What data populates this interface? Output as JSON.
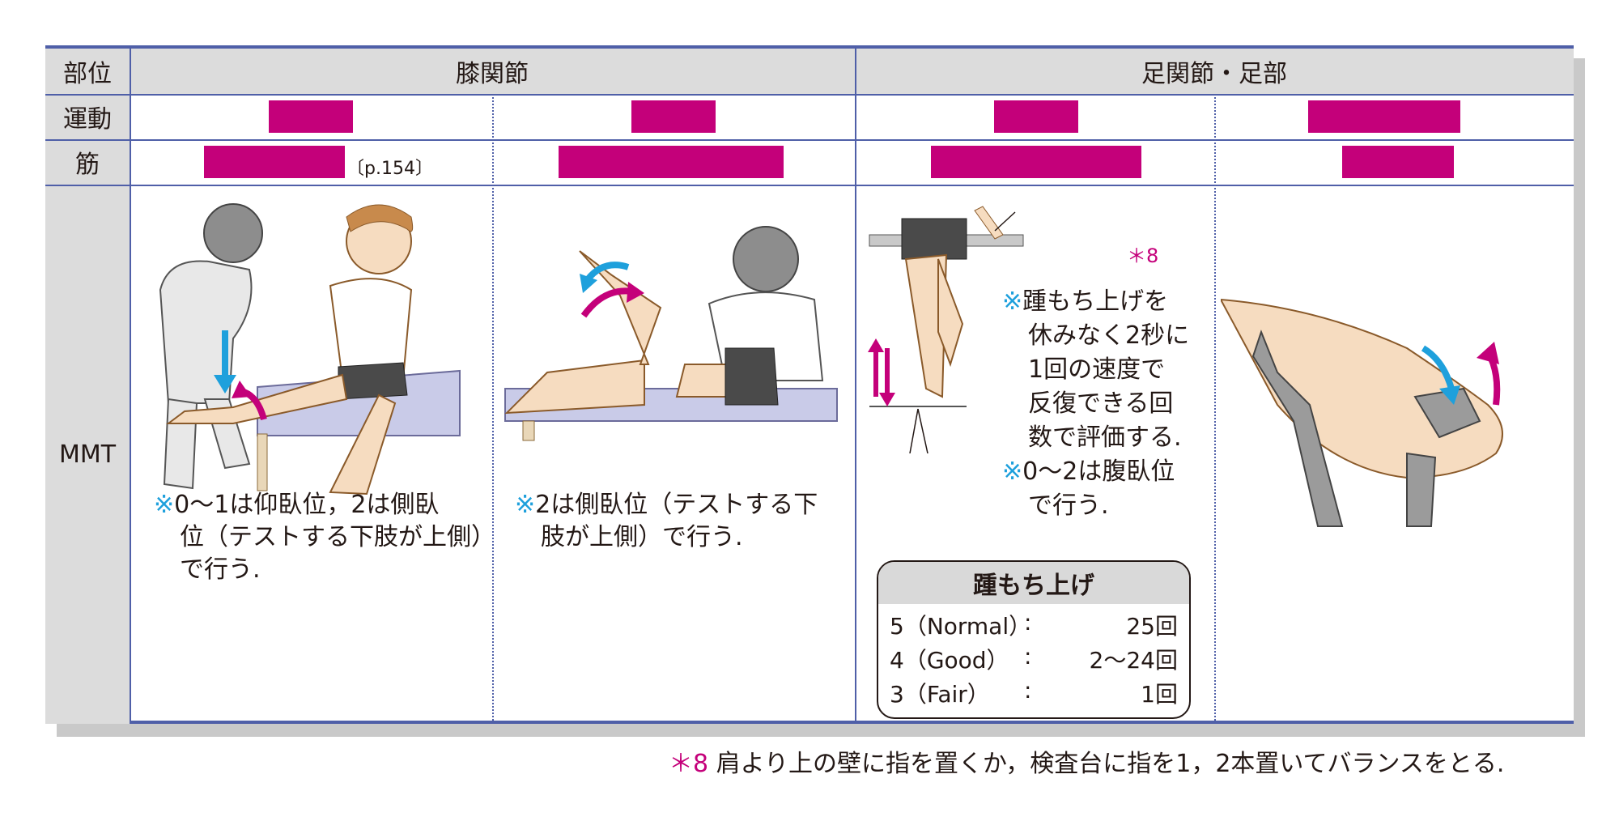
{
  "header": {
    "part_label": "部位",
    "knee": "膝関節",
    "ankle_foot": "足関節・足部"
  },
  "rows": {
    "movement_label": "運動",
    "muscle_label": "筋",
    "mmt_label": "MMT"
  },
  "muscle_ref": "〔p.154〕",
  "notes": {
    "knee_ext": {
      "mark": "※",
      "lines": [
        "0〜1は仰臥位，2は側臥",
        "位（テストする下肢が上側）",
        "で行う."
      ]
    },
    "knee_flex": {
      "mark": "※",
      "lines": [
        "2は側臥位（テストする下",
        "肢が上側）で行う."
      ]
    },
    "plantar": {
      "mark": "※",
      "lines": [
        "踵もち上げを",
        "休みなく2秒に",
        "1回の速度で",
        "反復できる回",
        "数で評価する."
      ]
    },
    "plantar2": {
      "mark": "※",
      "lines": [
        "0〜2は腹臥位",
        "で行う."
      ]
    }
  },
  "star8_label": "＊8",
  "heel_raise": {
    "title": "踵もち上げ",
    "rows": [
      {
        "grade": "5（Normal）",
        "sep": ":",
        "count": "25回"
      },
      {
        "grade": "4（Good）",
        "sep": ":",
        "count": "2〜24回"
      },
      {
        "grade": "3（Fair）",
        "sep": ":",
        "count": "1回"
      }
    ]
  },
  "footnote": {
    "mark": "＊8",
    "text": "肩より上の壁に指を置くか，検査台に指を1，2本置いてバランスをとる."
  },
  "colors": {
    "magenta": "#c4007a",
    "cyan": "#1ea0dc",
    "rule": "#4f5fa8",
    "header_bg": "#dcdcdc"
  }
}
